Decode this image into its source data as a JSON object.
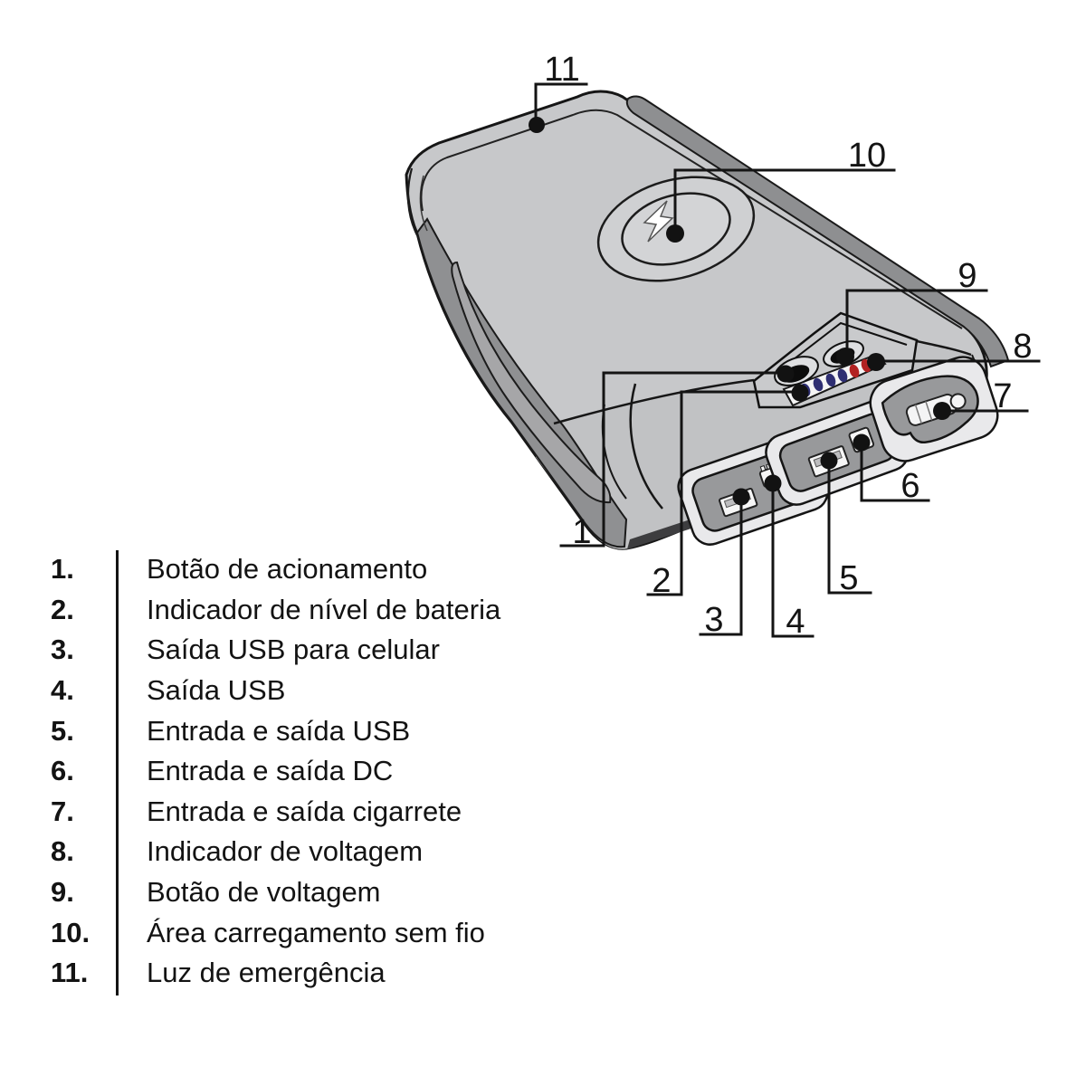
{
  "figure": {
    "callouts": [
      {
        "n": "1"
      },
      {
        "n": "2"
      },
      {
        "n": "3"
      },
      {
        "n": "4"
      },
      {
        "n": "5"
      },
      {
        "n": "6"
      },
      {
        "n": "7"
      },
      {
        "n": "8"
      },
      {
        "n": "9"
      },
      {
        "n": "10"
      },
      {
        "n": "11"
      }
    ]
  },
  "legend": {
    "items": [
      {
        "num": "1.",
        "label": "Botão de acionamento"
      },
      {
        "num": "2.",
        "label": "Indicador de nível de bateria"
      },
      {
        "num": "3.",
        "label": "Saída USB para celular"
      },
      {
        "num": "4.",
        "label": "Saída USB"
      },
      {
        "num": "5.",
        "label": "Entrada e saída USB"
      },
      {
        "num": "6.",
        "label": "Entrada e saída DC"
      },
      {
        "num": "7.",
        "label": "Entrada e saída cigarrete"
      },
      {
        "num": "8.",
        "label": "Indicador de voltagem"
      },
      {
        "num": "9.",
        "label": "Botão de voltagem"
      },
      {
        "num": "10.",
        "label": "Área carregamento sem fio"
      },
      {
        "num": "11.",
        "label": "Luz de emergência"
      }
    ]
  },
  "colors": {
    "body": "#c7c8ca",
    "accent_dark": "#8e8f91",
    "led_blue": "#2e2e72",
    "led_red": "#b22222",
    "line": "#141414"
  }
}
